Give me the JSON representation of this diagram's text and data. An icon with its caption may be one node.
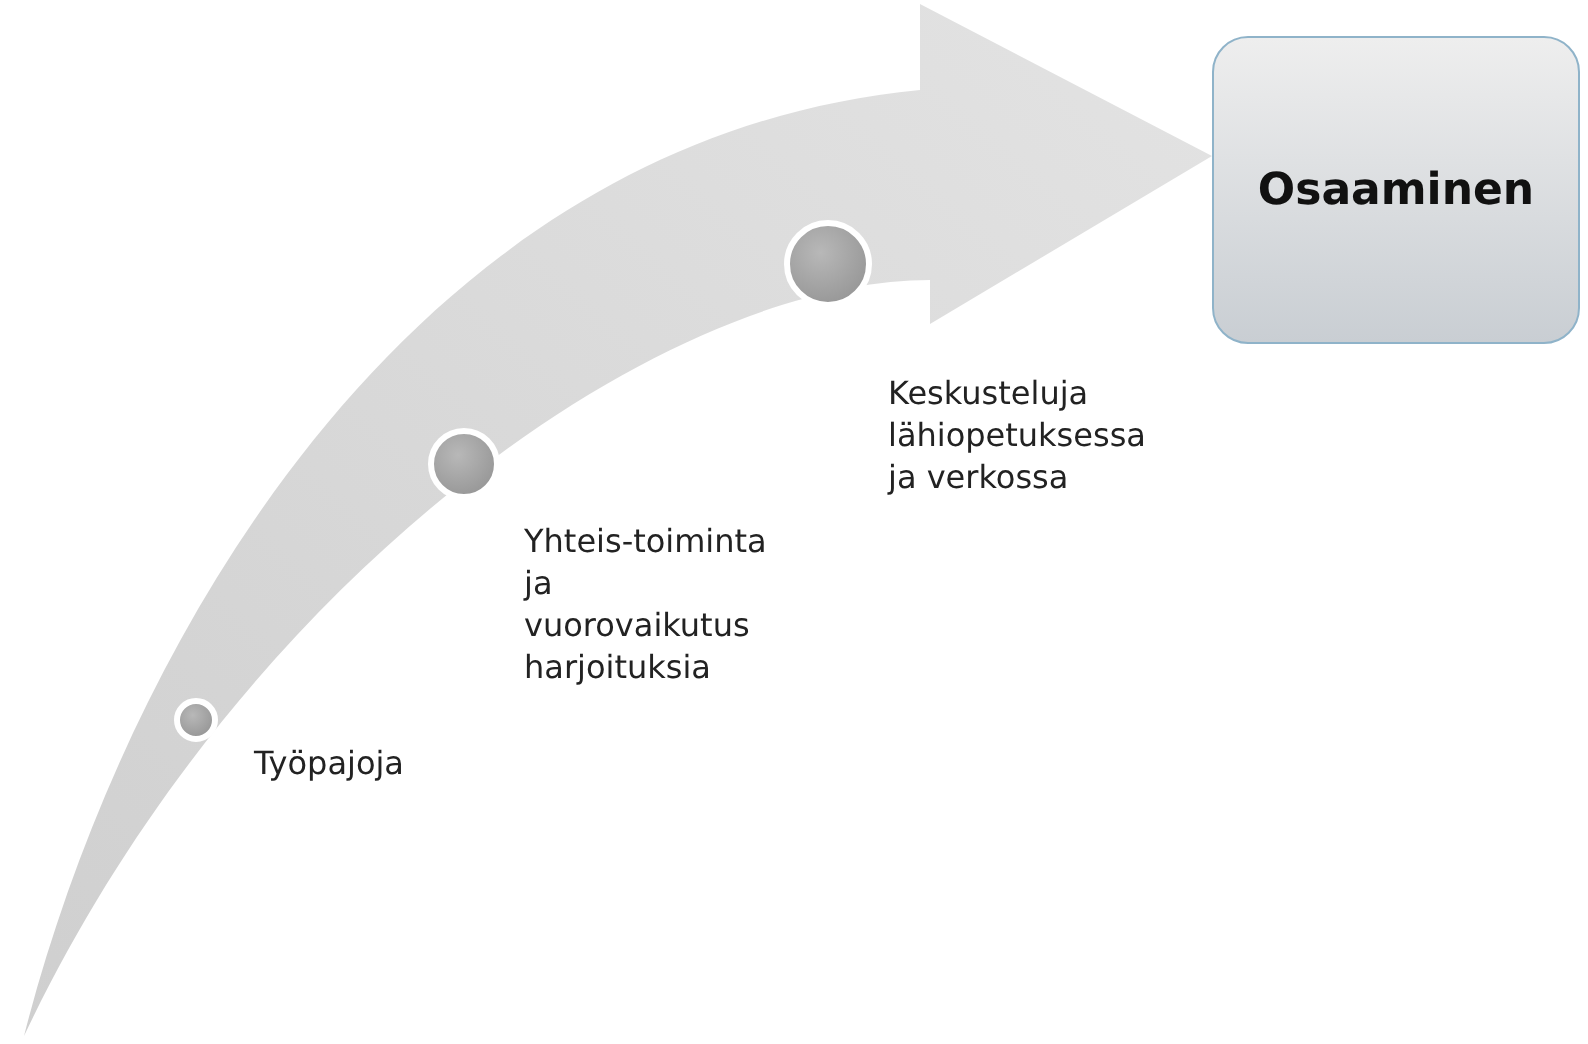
{
  "diagram": {
    "nodes": [
      {
        "text": [],
        "shape": "circle",
        "beside": [
          "Työpajoja"
        ]
      },
      {
        "text": [],
        "shape": "circle",
        "beside": [
          "Yhteis-toiminta ja vuorovaikutus harjoituksia"
        ]
      },
      {
        "text": [],
        "shape": "circle",
        "beside": [
          "Keskusteluja lähiopetuksessa ja verkossa"
        ]
      },
      {
        "text": [
          "Osaaminen"
        ]
      }
    ],
    "edges": [
      {
        "from": null,
        "to": 3,
        "arrow": "to"
      }
    ]
  }
}
